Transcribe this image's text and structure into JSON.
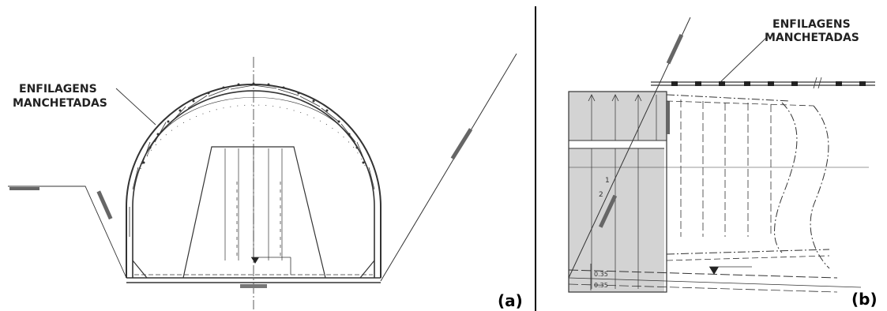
{
  "panels": [
    {
      "id": "a",
      "caption": "(a)"
    },
    {
      "id": "b",
      "caption": "(b)"
    }
  ],
  "labels": {
    "a_line1": "ENFILAGENS",
    "a_line2": "MANCHETADAS",
    "b_line1": "ENFILAGENS",
    "b_line2": "MANCHETADAS"
  },
  "slope": {
    "v": "1",
    "h": "2"
  },
  "dims": {
    "d1": "0.35",
    "d2": "0.35"
  },
  "colors": {
    "line": "#333333",
    "shade": "#d3d3d3",
    "text": "#222222"
  }
}
